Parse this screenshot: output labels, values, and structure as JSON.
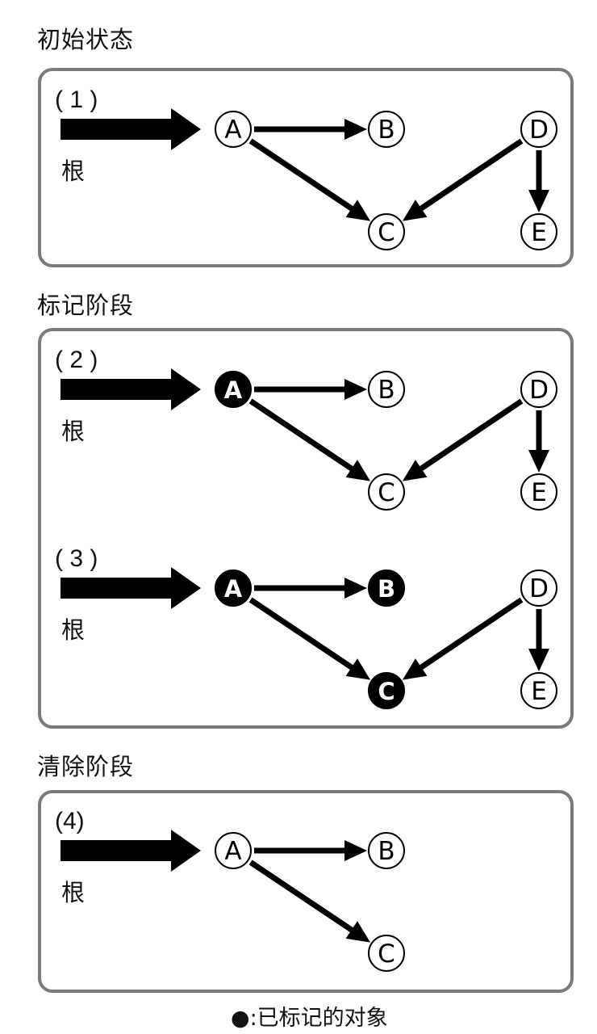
{
  "sections": [
    {
      "title": "初始状态"
    },
    {
      "title": "标记阶段"
    },
    {
      "title": "清除阶段"
    }
  ],
  "root_label": "根",
  "diagrams": [
    {
      "step": "( 1 )",
      "nodes": [
        {
          "id": "A",
          "label": "A",
          "marked": false
        },
        {
          "id": "B",
          "label": "B",
          "marked": false
        },
        {
          "id": "C",
          "label": "C",
          "marked": false
        },
        {
          "id": "D",
          "label": "D",
          "marked": false
        },
        {
          "id": "E",
          "label": "E",
          "marked": false
        }
      ],
      "edges": [
        [
          "root",
          "A"
        ],
        [
          "A",
          "B"
        ],
        [
          "A",
          "C"
        ],
        [
          "D",
          "C"
        ],
        [
          "D",
          "E"
        ]
      ]
    },
    {
      "step": "( 2 )",
      "nodes": [
        {
          "id": "A",
          "label": "A",
          "marked": true
        },
        {
          "id": "B",
          "label": "B",
          "marked": false
        },
        {
          "id": "C",
          "label": "C",
          "marked": false
        },
        {
          "id": "D",
          "label": "D",
          "marked": false
        },
        {
          "id": "E",
          "label": "E",
          "marked": false
        }
      ],
      "edges": [
        [
          "root",
          "A"
        ],
        [
          "A",
          "B"
        ],
        [
          "A",
          "C"
        ],
        [
          "D",
          "C"
        ],
        [
          "D",
          "E"
        ]
      ]
    },
    {
      "step": "( 3 )",
      "nodes": [
        {
          "id": "A",
          "label": "A",
          "marked": true
        },
        {
          "id": "B",
          "label": "B",
          "marked": true
        },
        {
          "id": "C",
          "label": "C",
          "marked": true
        },
        {
          "id": "D",
          "label": "D",
          "marked": false
        },
        {
          "id": "E",
          "label": "E",
          "marked": false
        }
      ],
      "edges": [
        [
          "root",
          "A"
        ],
        [
          "A",
          "B"
        ],
        [
          "A",
          "C"
        ],
        [
          "D",
          "C"
        ],
        [
          "D",
          "E"
        ]
      ]
    },
    {
      "step": "(4)",
      "nodes": [
        {
          "id": "A",
          "label": "A",
          "marked": false
        },
        {
          "id": "B",
          "label": "B",
          "marked": false
        },
        {
          "id": "C",
          "label": "C",
          "marked": false
        }
      ],
      "edges": [
        [
          "root",
          "A"
        ],
        [
          "A",
          "B"
        ],
        [
          "A",
          "C"
        ]
      ]
    }
  ],
  "legend": {
    "symbol": "●",
    "text": ":已标记的对象"
  }
}
